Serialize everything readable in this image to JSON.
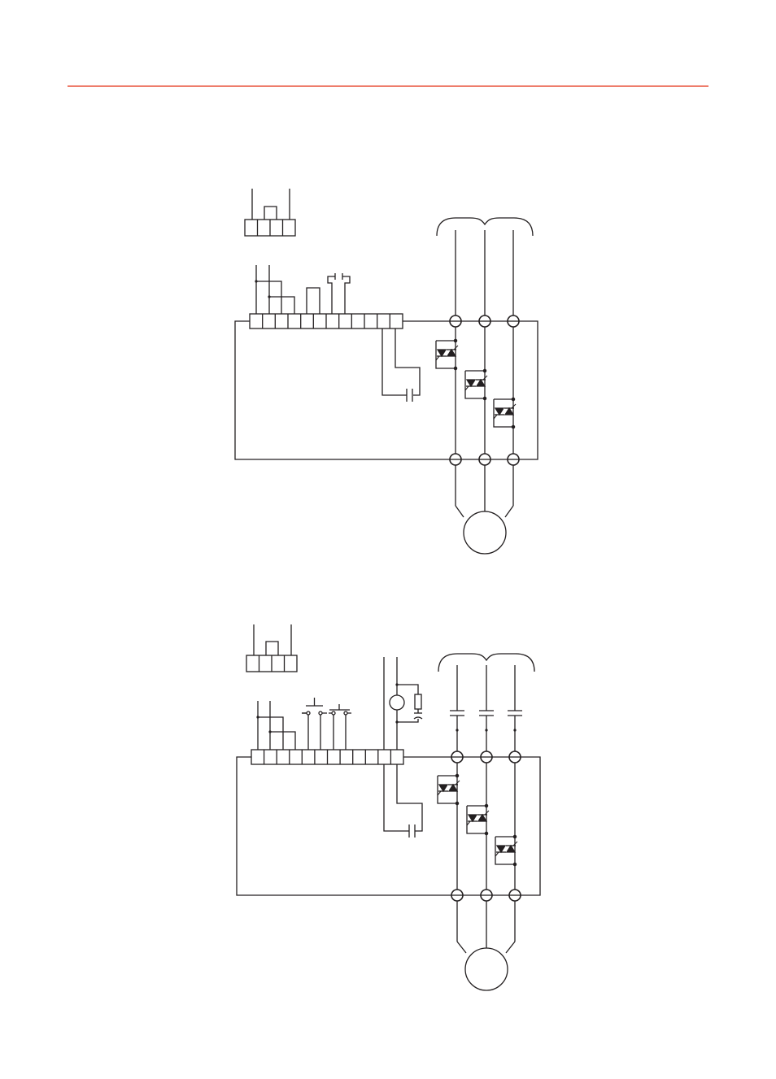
{
  "colors": {
    "header_rule": "#e8523a",
    "line": "#231f20",
    "background": "#ffffff"
  },
  "diagrams": [
    {
      "id": "diagram-top",
      "control_block_terminals": 4,
      "control_terminals": 12,
      "power_terminals": 3,
      "thyristor_pairs": 3,
      "bypass_contactor": false,
      "motor": true
    },
    {
      "id": "diagram-bottom",
      "control_block_terminals": 4,
      "control_terminals": 12,
      "power_terminals": 3,
      "thyristor_pairs": 3,
      "bypass_contactor": true,
      "contactor_coil": true,
      "push_buttons": 2,
      "motor": true
    }
  ]
}
